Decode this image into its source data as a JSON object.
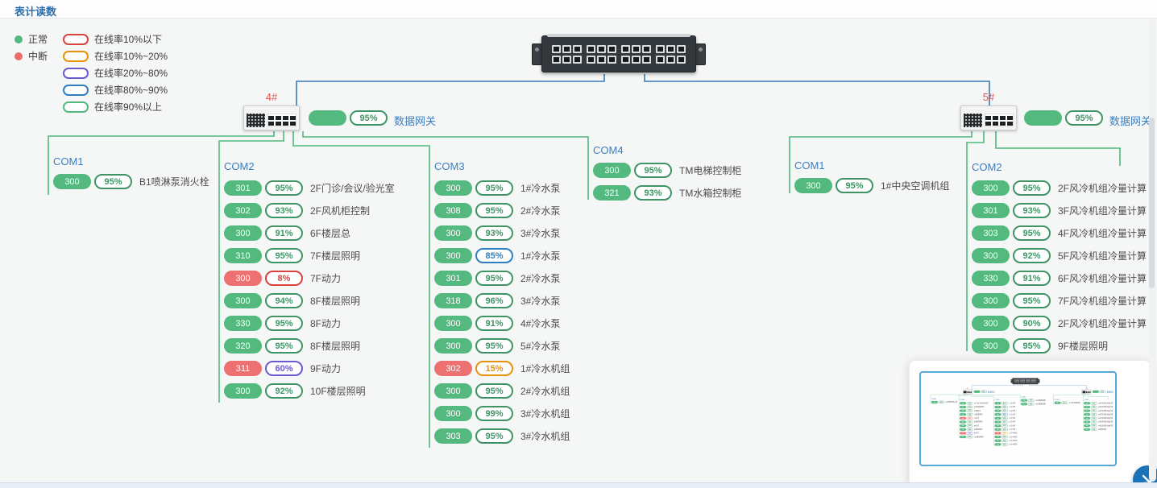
{
  "title": "表计读数",
  "legend": {
    "status": [
      {
        "label": "正常",
        "color": "#53b97e"
      },
      {
        "label": "中断",
        "color": "#ed6a6c"
      }
    ],
    "rates": [
      {
        "label": "在线率10%以下",
        "color": "#d9433e"
      },
      {
        "label": "在线率10%~20%",
        "color": "#e8920b"
      },
      {
        "label": "在线率20%~80%",
        "color": "#6a5acd"
      },
      {
        "label": "在线率80%~90%",
        "color": "#2e7fc1"
      },
      {
        "label": "在线率90%以上",
        "color": "#53b97e"
      }
    ]
  },
  "gateways": [
    {
      "id": "4#",
      "rate": "95%",
      "label": "数据网关"
    },
    {
      "id": "5#",
      "rate": "95%",
      "label": "数据网关"
    }
  ],
  "columns": [
    {
      "gateway": "4#",
      "name": "COM1",
      "items": [
        {
          "value": "300",
          "rate": "95%",
          "label": "B1喷淋泵消火栓",
          "status": "normal",
          "band": "green"
        }
      ]
    },
    {
      "gateway": "4#",
      "name": "COM2",
      "items": [
        {
          "value": "301",
          "rate": "95%",
          "label": "2F门诊/会议/验光室",
          "status": "normal",
          "band": "green"
        },
        {
          "value": "302",
          "rate": "93%",
          "label": "2F风机柜控制",
          "status": "normal",
          "band": "green"
        },
        {
          "value": "300",
          "rate": "91%",
          "label": "6F楼层总",
          "status": "normal",
          "band": "green"
        },
        {
          "value": "310",
          "rate": "95%",
          "label": "7F楼层照明",
          "status": "normal",
          "band": "green"
        },
        {
          "value": "300",
          "rate": "8%",
          "label": "7F动力",
          "status": "down",
          "band": "red"
        },
        {
          "value": "300",
          "rate": "94%",
          "label": "8F楼层照明",
          "status": "normal",
          "band": "green"
        },
        {
          "value": "330",
          "rate": "95%",
          "label": "8F动力",
          "status": "normal",
          "band": "green"
        },
        {
          "value": "320",
          "rate": "95%",
          "label": "8F楼层照明",
          "status": "normal",
          "band": "green"
        },
        {
          "value": "311",
          "rate": "60%",
          "label": "9F动力",
          "status": "down",
          "band": "purple"
        },
        {
          "value": "300",
          "rate": "92%",
          "label": "10F楼层照明",
          "status": "normal",
          "band": "green"
        }
      ]
    },
    {
      "gateway": "4#",
      "name": "COM3",
      "items": [
        {
          "value": "300",
          "rate": "95%",
          "label": "1#冷水泵",
          "status": "normal",
          "band": "green"
        },
        {
          "value": "308",
          "rate": "95%",
          "label": "2#冷水泵",
          "status": "normal",
          "band": "green"
        },
        {
          "value": "300",
          "rate": "93%",
          "label": "3#冷水泵",
          "status": "normal",
          "band": "green"
        },
        {
          "value": "300",
          "rate": "85%",
          "label": "1#冷水泵",
          "status": "normal",
          "band": "blue"
        },
        {
          "value": "301",
          "rate": "95%",
          "label": "2#冷水泵",
          "status": "normal",
          "band": "green"
        },
        {
          "value": "318",
          "rate": "96%",
          "label": "3#冷水泵",
          "status": "normal",
          "band": "green"
        },
        {
          "value": "300",
          "rate": "91%",
          "label": "4#冷水泵",
          "status": "normal",
          "band": "green"
        },
        {
          "value": "300",
          "rate": "95%",
          "label": "5#冷水泵",
          "status": "normal",
          "band": "green"
        },
        {
          "value": "302",
          "rate": "15%",
          "label": "1#冷水机组",
          "status": "down",
          "band": "orange"
        },
        {
          "value": "300",
          "rate": "95%",
          "label": "2#冷水机组",
          "status": "normal",
          "band": "green"
        },
        {
          "value": "300",
          "rate": "99%",
          "label": "3#冷水机组",
          "status": "normal",
          "band": "green"
        },
        {
          "value": "303",
          "rate": "95%",
          "label": "3#冷水机组",
          "status": "normal",
          "band": "green"
        }
      ]
    },
    {
      "gateway": "4#",
      "name": "COM4",
      "items": [
        {
          "value": "300",
          "rate": "95%",
          "label": "TM电梯控制柜",
          "status": "normal",
          "band": "green"
        },
        {
          "value": "321",
          "rate": "93%",
          "label": "TM水箱控制柜",
          "status": "normal",
          "band": "green"
        }
      ]
    },
    {
      "gateway": "5#",
      "name": "COM1",
      "items": [
        {
          "value": "300",
          "rate": "95%",
          "label": "1#中央空调机组",
          "status": "normal",
          "band": "green"
        }
      ]
    },
    {
      "gateway": "5#",
      "name": "COM2",
      "items": [
        {
          "value": "300",
          "rate": "95%",
          "label": "2F风冷机组冷量计算",
          "status": "normal",
          "band": "green"
        },
        {
          "value": "301",
          "rate": "93%",
          "label": "3F风冷机组冷量计算",
          "status": "normal",
          "band": "green"
        },
        {
          "value": "303",
          "rate": "95%",
          "label": "4F风冷机组冷量计算",
          "status": "normal",
          "band": "green"
        },
        {
          "value": "300",
          "rate": "92%",
          "label": "5F风冷机组冷量计算",
          "status": "normal",
          "band": "green"
        },
        {
          "value": "330",
          "rate": "91%",
          "label": "6F风冷机组冷量计算",
          "status": "normal",
          "band": "green"
        },
        {
          "value": "300",
          "rate": "95%",
          "label": "7F风冷机组冷量计算",
          "status": "normal",
          "band": "green"
        },
        {
          "value": "300",
          "rate": "90%",
          "label": "2F风冷机组冷量计算",
          "status": "normal",
          "band": "green"
        },
        {
          "value": "300",
          "rate": "95%",
          "label": "9F楼层照明",
          "status": "normal",
          "band": "green"
        }
      ]
    }
  ],
  "icons": {
    "expand": "arrow-down-right-icon"
  },
  "colors": {
    "link_blue": "#3b7fc0",
    "title_blue": "#2d6fad",
    "gateway_id_red": "#e0524e",
    "normal_green": "#53b97e",
    "down_red": "#ec7170",
    "wire_blue": "#3c79b8",
    "wire_green": "#4fb87e",
    "expand_button_blue": "#1a72b8"
  }
}
